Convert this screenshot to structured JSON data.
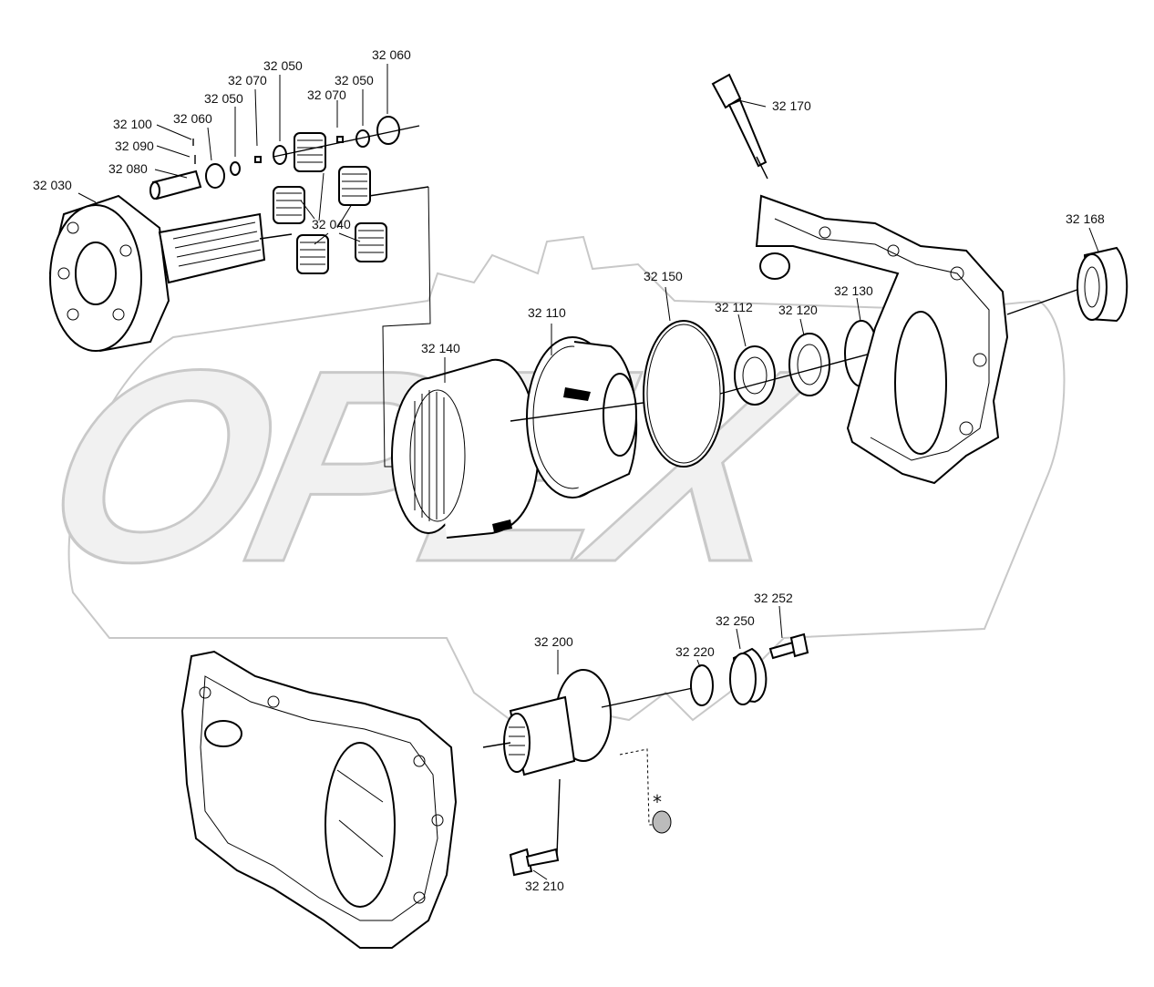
{
  "watermark": {
    "text": "OPEX",
    "color": "#cfcfcf"
  },
  "labels": {
    "p32030": "32 030",
    "p32040": "32 040",
    "p32050a": "32 050",
    "p32050b": "32 050",
    "p32050c": "32 050",
    "p32060a": "32 060",
    "p32060b": "32 060",
    "p32070a": "32 070",
    "p32070b": "32 070",
    "p32080": "32 080",
    "p32090": "32 090",
    "p32100": "32 100",
    "p32110": "32 110",
    "p32112": "32 112",
    "p32120": "32 120",
    "p32130": "32 130",
    "p32140": "32 140",
    "p32150": "32 150",
    "p32168": "32 168",
    "p32170": "32 170",
    "p32200": "32 200",
    "p32210": "32 210",
    "p32220": "32 220",
    "p32250": "32 250",
    "p32252": "32 252",
    "asterisk": "*"
  }
}
